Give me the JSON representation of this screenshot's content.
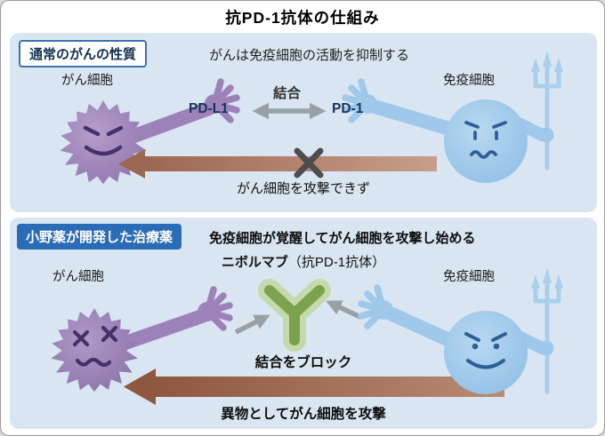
{
  "title": "抗PD-1抗体の仕組み",
  "top_panel": {
    "badge": "通常のがんの性質",
    "heading": "がんは免疫細胞の活動を抑制する",
    "cancer_label": "がん細胞",
    "immune_label": "免疫細胞",
    "pdl1": "PD-L1",
    "binding": "結合",
    "pd1": "PD-1",
    "caption": "がん細胞を攻撃できず"
  },
  "bottom_panel": {
    "badge": "小野薬が開発した治療薬",
    "heading": "免疫細胞が覚醒してがん細胞を攻撃し始める",
    "drug_name": "ニボルマブ",
    "drug_note": "（抗PD-1抗体）",
    "cancer_label": "がん細胞",
    "immune_label": "免疫細胞",
    "block": "結合をブロック",
    "caption": "異物としてがん細胞を攻撃"
  },
  "colors": {
    "panel_bg": "#d9e6f2",
    "cancer_cell_purple": "#9d82ba",
    "immune_cell_blue": "#9fc8ea",
    "antibody_green": "#7ca24e",
    "antibody_glow": "#c5d8a8",
    "attack_arrow_brown": "#a9765f",
    "badge_blue": "#2a6cb5",
    "gray_arrow": "#98a0a8"
  }
}
